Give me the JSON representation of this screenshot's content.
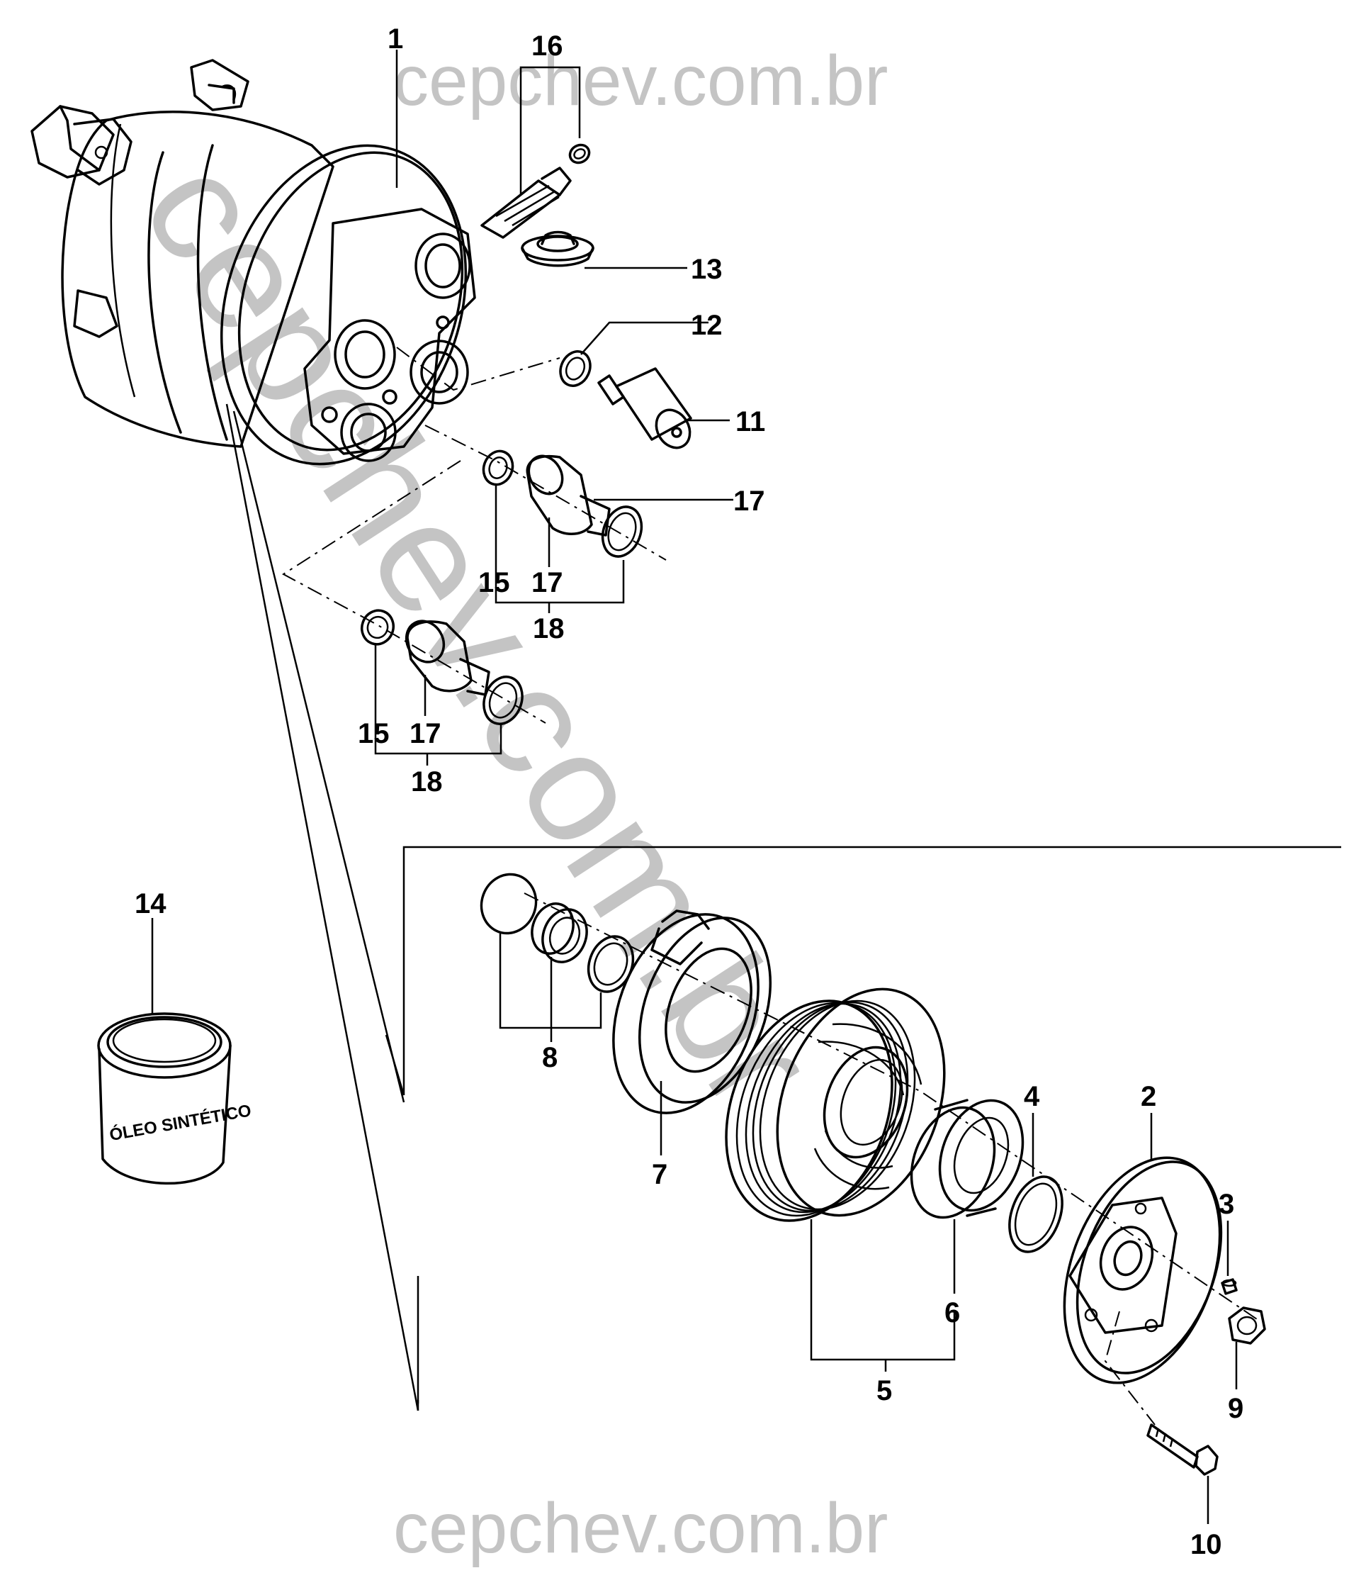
{
  "watermark": {
    "top": "cepchev.com.br",
    "bottom": "cepchev.com.br",
    "diagonal": "cepchev.com.br"
  },
  "oil_can_text": "ÓLEO SINTÉTICO",
  "callouts": [
    "1",
    "2",
    "3",
    "4",
    "5",
    "6",
    "7",
    "8",
    "9",
    "10",
    "11",
    "12",
    "13",
    "14",
    "15",
    "16",
    "17",
    "18"
  ]
}
